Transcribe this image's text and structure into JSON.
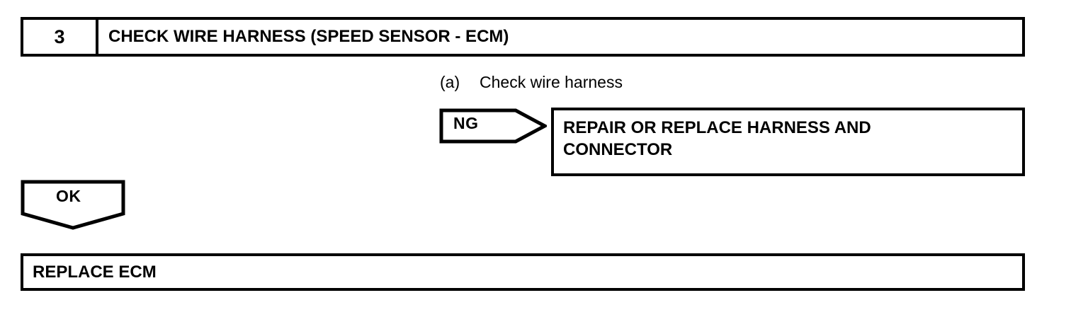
{
  "page": {
    "kind": "diagnostic-troubleshooting-flowchart",
    "background_color": "#FFFFFF",
    "line_color": "#000000"
  },
  "step_header": {
    "number": "3",
    "title": "CHECK WIRE HARNESS (SPEED SENSOR - ECM)"
  },
  "instruction": {
    "marker": "(a)",
    "text": "Check wire harness"
  },
  "ng_branch": {
    "label": "NG",
    "result_line_1": "REPAIR OR REPLACE HARNESS AND",
    "result_line_2": "CONNECTOR"
  },
  "ok_branch": {
    "label": "OK",
    "result": "REPLACE ECM"
  }
}
